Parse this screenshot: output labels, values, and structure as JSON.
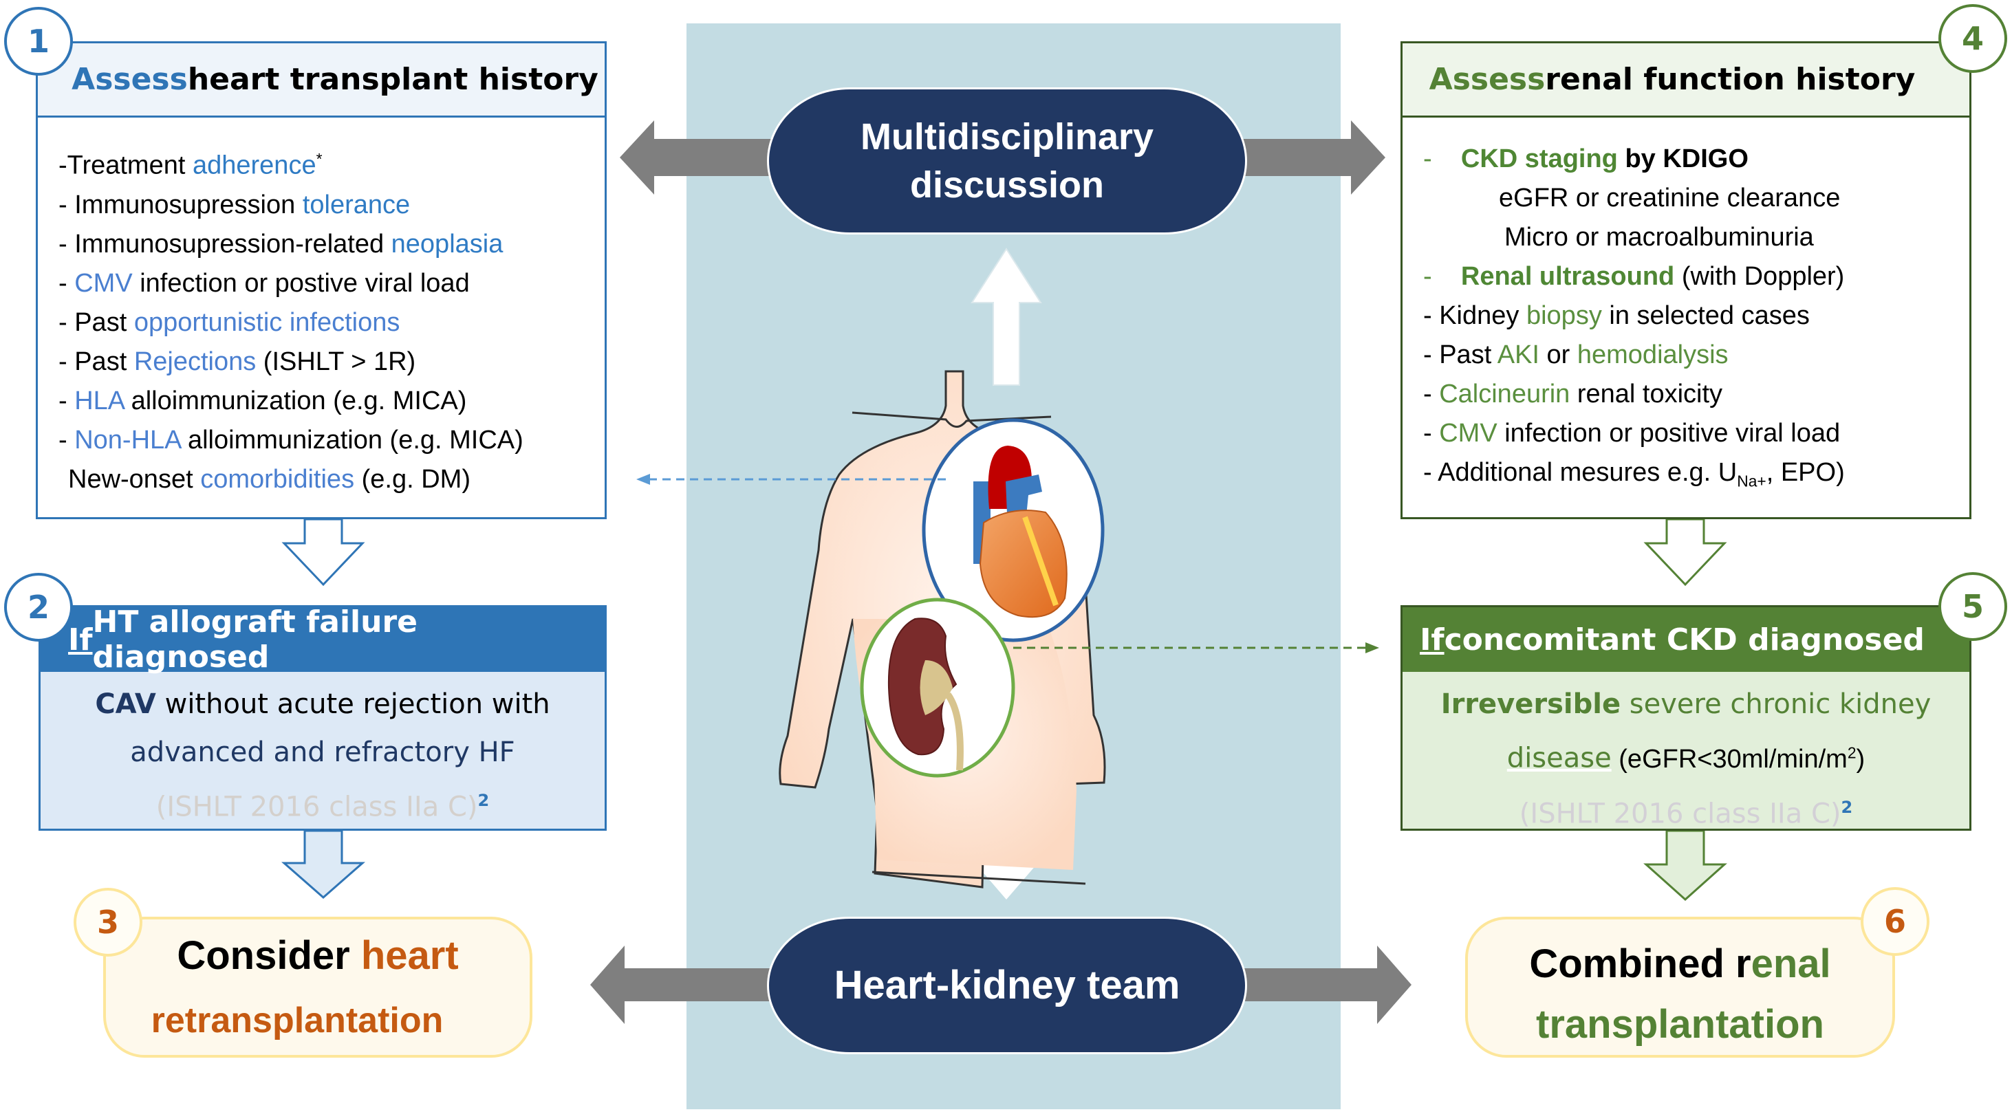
{
  "colors": {
    "blue_accent": "#2f75b6",
    "green_accent": "#548235",
    "navy_pill": "#213863",
    "orange_accent": "#c55a11",
    "center_bg": "#c3dce3",
    "gray_arrow": "#7f7f7f"
  },
  "step1": {
    "number": "1",
    "title_accent": "Assess",
    "title_rest": " heart transplant history",
    "items": [
      {
        "prefix": "-",
        "before": "Treatment ",
        "accent": "adherence",
        "after": "",
        "sup": "*"
      },
      {
        "prefix": "-",
        "before": " Immunosupression ",
        "accent": "tolerance",
        "after": ""
      },
      {
        "prefix": "-",
        "before": " Immunosupression-related ",
        "accent": "neoplasia",
        "after": ""
      },
      {
        "prefix": "-",
        "before": " ",
        "accent": "CMV",
        "after": " infection or postive viral load"
      },
      {
        "prefix": "-",
        "before": " Past ",
        "accent": "opportunistic infections",
        "after": ""
      },
      {
        "prefix": "-",
        "before": " Past ",
        "accent": "Rejections",
        "after": " (ISHLT > 1R)"
      },
      {
        "prefix": "-",
        "before": " ",
        "accent": "HLA",
        "after": " alloimmunization (e.g. MICA)"
      },
      {
        "prefix": "-",
        "before": "  ",
        "accent": "Non-HLA",
        "after": " alloimmunization (e.g. MICA)"
      },
      {
        "prefix": "",
        "before": "New-onset ",
        "accent": "comorbidities",
        "after": " (e.g. DM)"
      }
    ]
  },
  "step2": {
    "number": "2",
    "title_if": "If",
    "title_rest": " HT allograft failure diagnosed",
    "line1_bold": "CAV",
    "line1_rest": " without acute rejection with",
    "line2": "advanced and refractory HF",
    "ref": "(ISHLT 2016 class IIa C)",
    "ref_sup": "2"
  },
  "step3": {
    "number": "3",
    "line1_black": "Consider ",
    "line1_accent": "heart",
    "line2": "retransplantation"
  },
  "step4": {
    "number": "4",
    "title_accent": "Assess",
    "title_rest": " renal function history",
    "items": [
      {
        "prefix": "-",
        "accent": "CKD staging",
        "after": " by KDIGO",
        "bold": true
      },
      {
        "prefix": "",
        "before": "eGFR or creatinine clearance",
        "indent": true
      },
      {
        "prefix": "",
        "before": "Micro or macroalbuminuria",
        "indent": true
      },
      {
        "prefix": "-",
        "accent": "Renal ultrasound",
        "after": " (with Doppler)",
        "bold_accent": true
      },
      {
        "prefix": "-",
        "before": " Kidney ",
        "accent": "biopsy",
        "after": " in selected cases"
      },
      {
        "prefix": "-",
        "before": " Past ",
        "accent": "AKI",
        "middle": " or ",
        "accent2": "hemodialysis",
        "after": ""
      },
      {
        "prefix": "-",
        "before": " ",
        "accent": "Calcineurin",
        "after": " renal toxicity"
      },
      {
        "prefix": "-",
        "before": " ",
        "accent": "CMV",
        "after": " infection or positive viral load"
      },
      {
        "prefix": "-",
        "before": " Additional mesures e.g. U",
        "sub": "Na+",
        "after": ", EPO)"
      }
    ]
  },
  "step5": {
    "number": "5",
    "title_if": "If",
    "title_rest": " concomitant CKD diagnosed",
    "line1_bold": "Irreversible",
    "line1_rest": " severe chronic kidney",
    "line2_accent": "disease",
    "line2_rest": " (eGFR<30ml/min/m",
    "line2_sup": "2",
    "line2_close": ")",
    "ref": "(ISHLT 2016 class IIa C)",
    "ref_sup": "2"
  },
  "step6": {
    "number": "6",
    "line1_black": "Combined r",
    "line1_accent": "enal",
    "line2": "transplantation"
  },
  "center": {
    "top_pill": [
      "Multidisciplinary",
      "discussion"
    ],
    "bottom_pill": "Heart-kidney team"
  },
  "icons": {
    "torso": "human-torso-illustration",
    "heart": "heart-organ-illustration",
    "kidney": "kidney-organ-illustration"
  }
}
